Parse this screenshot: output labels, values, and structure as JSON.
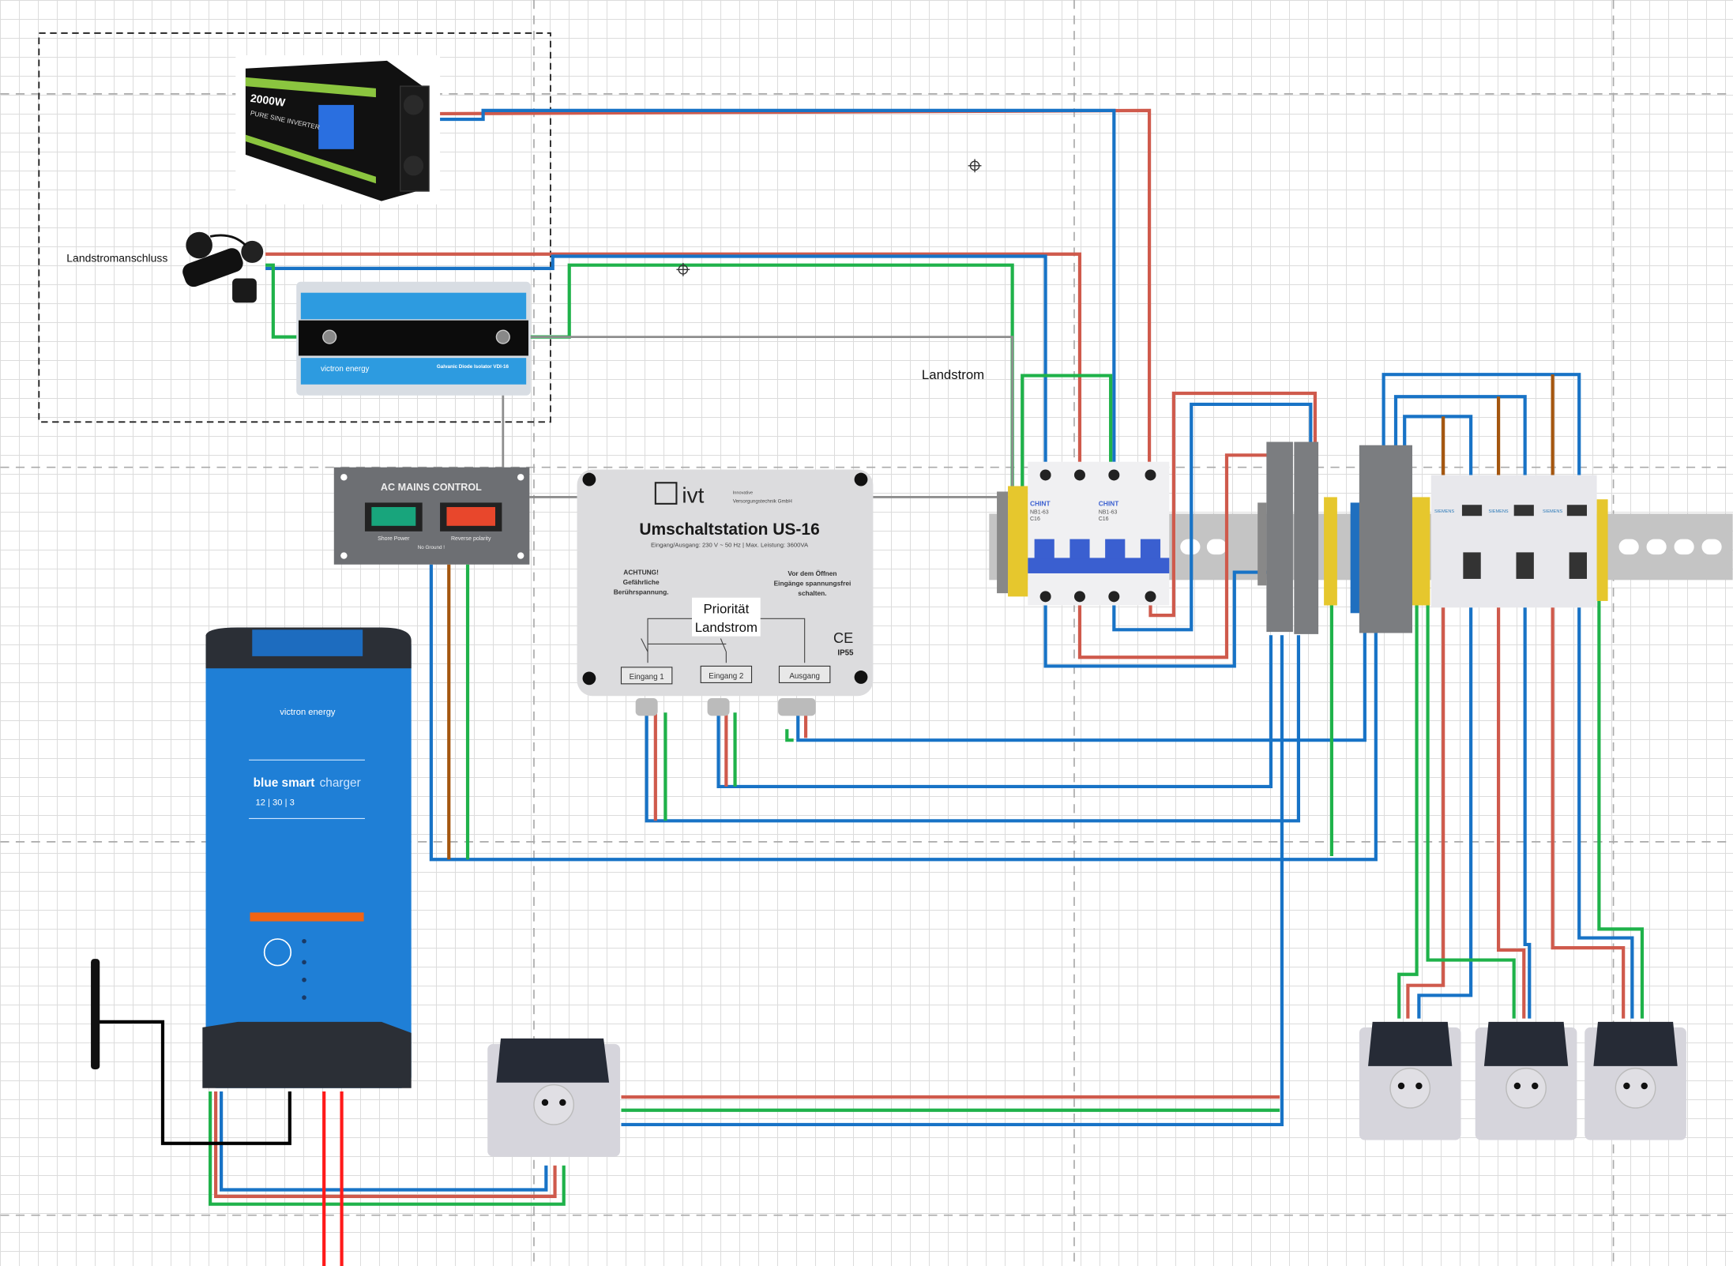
{
  "labels": {
    "landstromanschluss": "Landstromanschluss",
    "landstrom": "Landstrom",
    "prioritaet_line1": "Priorität",
    "prioritaet_line2": "Landstrom"
  },
  "inverter": {
    "power": "2000W",
    "type": "PURE SINE INVERTER"
  },
  "isolator": {
    "brand": "victron energy",
    "model": "Galvanic Diode Isolator VDI-16"
  },
  "ac_mains": {
    "title": "AC MAINS CONTROL",
    "shore_power": "Shore Power",
    "reverse_polarity": "Reverse polarity",
    "no_ground": "No Ground !"
  },
  "us16": {
    "brand": "ivt",
    "brand_sub1": "Innovative",
    "brand_sub2": "Versorgungstechnik GmbH",
    "title": "Umschaltstation US-16",
    "spec": "Eingang/Ausgang: 230 V ~ 50 Hz | Max. Leistung: 3600VA",
    "warn1": "ACHTUNG!",
    "warn2": "Gefährliche",
    "warn3": "Berührspannung.",
    "note1": "Vor dem Öffnen",
    "note2": "Eingänge spannungsfrei",
    "note3": "schalten.",
    "input1": "Eingang 1",
    "input2": "Eingang 2",
    "output": "Ausgang",
    "ce": "CE",
    "ip": "IP55"
  },
  "charger": {
    "brand": "victron energy",
    "name_bold": "blue smart",
    "name_light": "charger",
    "rating": "12 | 30 | 3"
  },
  "breakers": {
    "brand": "CHINT",
    "model": "NB1-63",
    "rating": "C16"
  },
  "rcbo": {
    "brand": "SIEMENS"
  },
  "colors": {
    "phase": "#cf5a4c",
    "neutral": "#1873c6",
    "earth": "#1fb24a",
    "brown": "#a4560f",
    "signal": "#8e8e8e",
    "dc_positive": "#ff1a1a",
    "dc_negative": "#000000",
    "victron_blue": "#1f7fd6",
    "charger_orange": "#f06414"
  }
}
